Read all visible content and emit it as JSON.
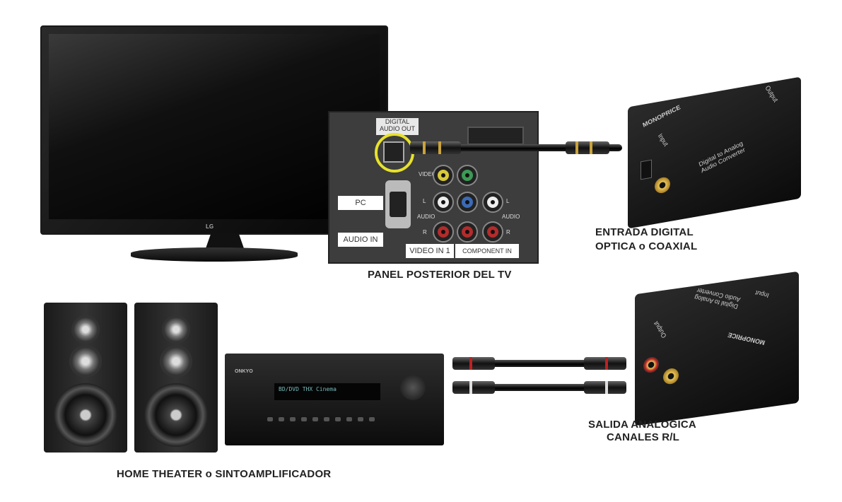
{
  "tv": {
    "brand": "LG"
  },
  "panel": {
    "title": "PANEL POSTERIOR DEL TV",
    "digital_audio_out": "DIGITAL AUDIO OUT",
    "pc": "PC",
    "audio_in": "AUDIO IN",
    "video_in_1": "VIDEO IN 1",
    "component_in": "COMPONENT IN",
    "video": "VIDEO",
    "audio_l": "L",
    "audio": "AUDIO",
    "audio_r": "R"
  },
  "converter_input": {
    "brand": "MONOPRICE",
    "input": "Input",
    "output": "Output",
    "model": "Digital to Analog Audio Converter",
    "caption_line1": "ENTRADA DIGITAL",
    "caption_line2": "OPTICA o COAXIAL"
  },
  "converter_output": {
    "brand": "MONOPRICE",
    "input": "Input",
    "output": "Output",
    "model": "Digital to Analog Audio Converter",
    "caption_line1": "SALIDA ANALOGICA",
    "caption_line2": "CANALES R/L"
  },
  "receiver": {
    "brand": "ONKYO",
    "display": "BD/DVD  THX Cinema",
    "caption": "HOME THEATER o SINTOAMPLIFICADOR"
  },
  "colors": {
    "highlight_ring": "#e8e22a",
    "gold": "#c9a23b"
  }
}
